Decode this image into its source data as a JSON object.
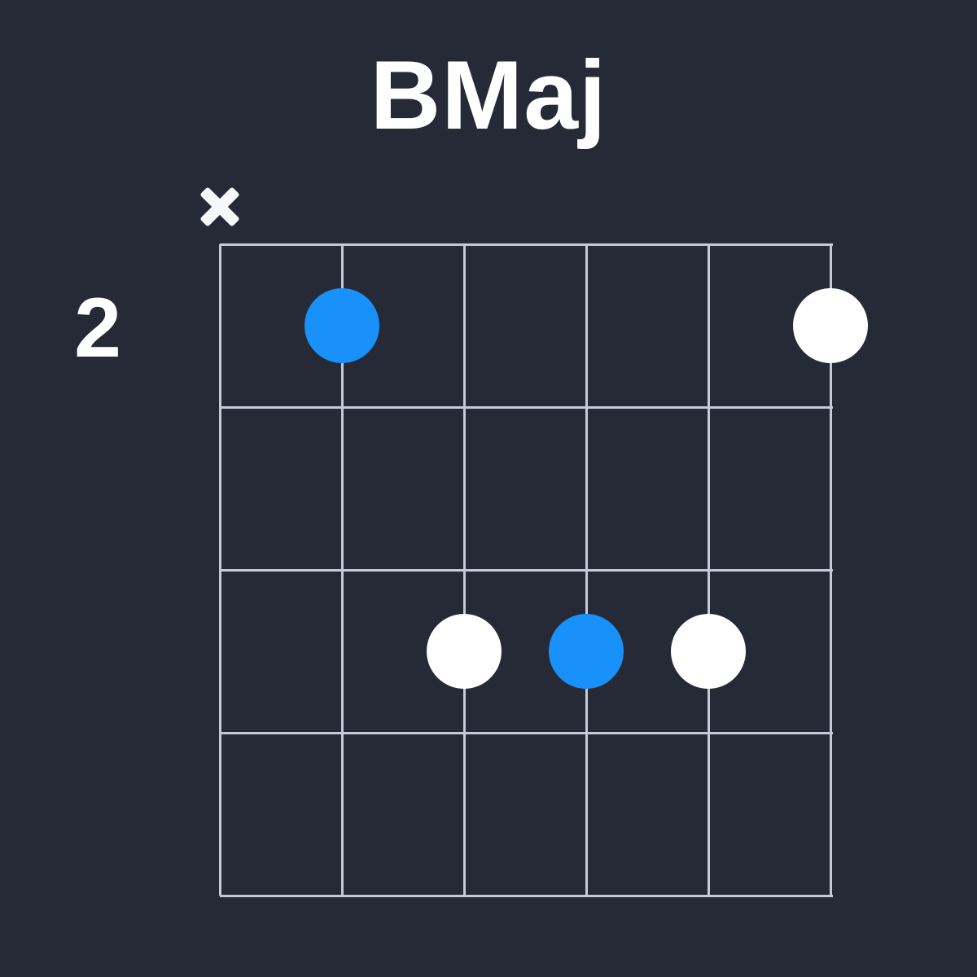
{
  "title": "BMaj",
  "fret_label": "2",
  "muted_symbol": "×",
  "colors": {
    "background": "#252a36",
    "grid_line": "#c3cada",
    "root_dot": "#1991fa",
    "note_dot": "#ffffff",
    "text": "#ffffff",
    "mute_mark": "#f7f8fa"
  },
  "diagram": {
    "strings": 6,
    "fret_rows": 4,
    "starting_fret": "2",
    "muted_strings": [
      1
    ],
    "dots": [
      {
        "string": 2,
        "fret_row": 1,
        "type": "root"
      },
      {
        "string": 6,
        "fret_row": 1,
        "type": "note"
      },
      {
        "string": 3,
        "fret_row": 3,
        "type": "note"
      },
      {
        "string": 4,
        "fret_row": 3,
        "type": "root"
      },
      {
        "string": 5,
        "fret_row": 3,
        "type": "note"
      }
    ]
  }
}
